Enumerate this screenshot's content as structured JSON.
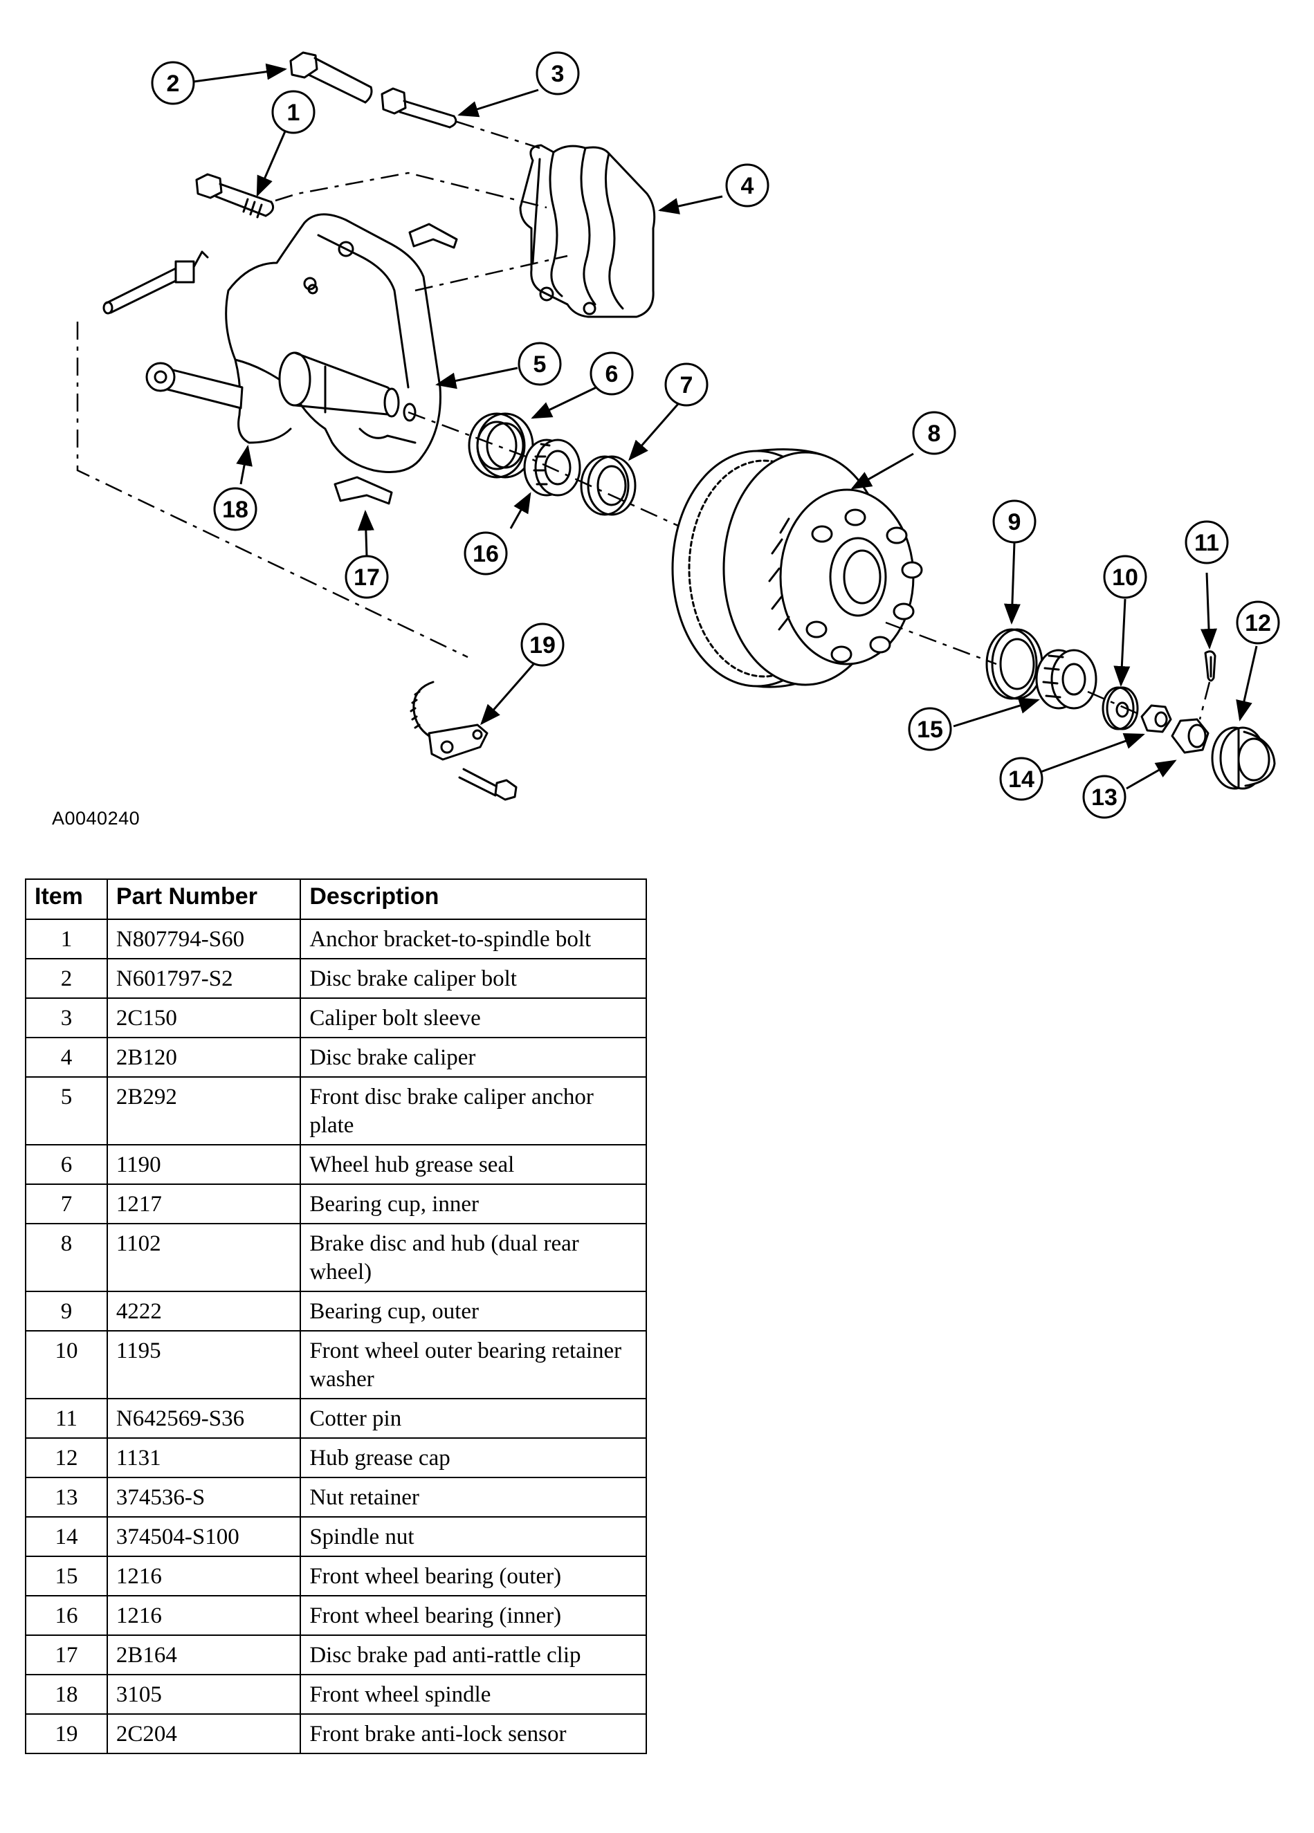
{
  "figure": {
    "id": "A0040240",
    "callouts": [
      "1",
      "2",
      "3",
      "4",
      "5",
      "6",
      "7",
      "8",
      "9",
      "10",
      "11",
      "12",
      "13",
      "14",
      "15",
      "16",
      "17",
      "18",
      "19"
    ]
  },
  "table": {
    "headers": [
      "Item",
      "Part Number",
      "Description"
    ],
    "rows": [
      {
        "item": "1",
        "part": "N807794-S60",
        "desc": "Anchor bracket-to-spindle bolt"
      },
      {
        "item": "2",
        "part": "N601797-S2",
        "desc": "Disc brake caliper bolt"
      },
      {
        "item": "3",
        "part": "2C150",
        "desc": "Caliper bolt sleeve"
      },
      {
        "item": "4",
        "part": "2B120",
        "desc": "Disc brake caliper"
      },
      {
        "item": "5",
        "part": "2B292",
        "desc": "Front disc brake caliper anchor plate"
      },
      {
        "item": "6",
        "part": "1190",
        "desc": "Wheel hub grease seal"
      },
      {
        "item": "7",
        "part": "1217",
        "desc": "Bearing cup, inner"
      },
      {
        "item": "8",
        "part": "1102",
        "desc": "Brake disc and hub (dual rear wheel)"
      },
      {
        "item": "9",
        "part": "4222",
        "desc": "Bearing cup, outer"
      },
      {
        "item": "10",
        "part": "1195",
        "desc": "Front wheel outer bearing retainer washer"
      },
      {
        "item": "11",
        "part": "N642569-S36",
        "desc": "Cotter pin"
      },
      {
        "item": "12",
        "part": "1131",
        "desc": "Hub grease cap"
      },
      {
        "item": "13",
        "part": "374536-S",
        "desc": "Nut retainer"
      },
      {
        "item": "14",
        "part": "374504-S100",
        "desc": "Spindle nut"
      },
      {
        "item": "15",
        "part": "1216",
        "desc": "Front wheel bearing (outer)"
      },
      {
        "item": "16",
        "part": "1216",
        "desc": "Front wheel bearing (inner)"
      },
      {
        "item": "17",
        "part": "2B164",
        "desc": "Disc brake pad anti-rattle clip"
      },
      {
        "item": "18",
        "part": "3105",
        "desc": "Front wheel spindle"
      },
      {
        "item": "19",
        "part": "2C204",
        "desc": "Front brake anti-lock sensor"
      }
    ]
  }
}
